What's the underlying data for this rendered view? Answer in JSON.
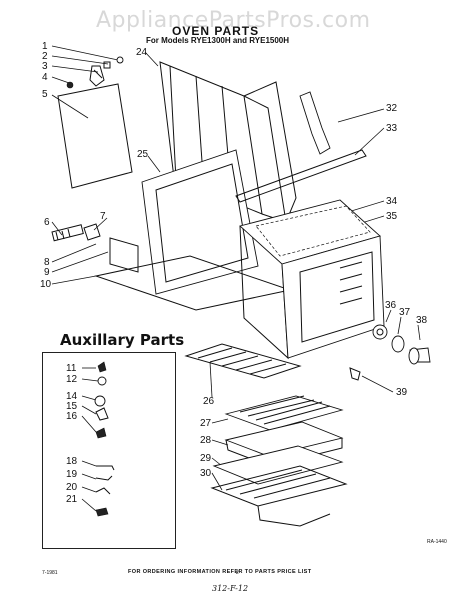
{
  "watermark": "AppliancePartsPros.com",
  "title": "OVEN PARTS",
  "subtitle": "For Models RYE1300H and RYE1500H",
  "aux_title": "Auxillary Parts",
  "order_info": "FOR ORDERING INFORMATION REFER TO PARTS PRICE LIST",
  "date_code": "7-1981",
  "page_number": "2",
  "ref_code": "312-F-12",
  "drawing_id": "RA-1440",
  "callouts": {
    "n1": "1",
    "n2": "2",
    "n3": "3",
    "n4": "4",
    "n5": "5",
    "n6": "6",
    "n7": "7",
    "n8": "8",
    "n9": "9",
    "n10": "10",
    "n11": "11",
    "n12": "12",
    "n14": "14",
    "n15": "15",
    "n16": "16",
    "n18": "18",
    "n19": "19",
    "n20": "20",
    "n21": "21",
    "n24": "24",
    "n25": "25",
    "n26": "26",
    "n27": "27",
    "n28": "28",
    "n29": "29",
    "n30": "30",
    "n32": "32",
    "n33": "33",
    "n34": "34",
    "n35": "35",
    "n36": "36",
    "n37": "37",
    "n38": "38",
    "n39": "39"
  }
}
